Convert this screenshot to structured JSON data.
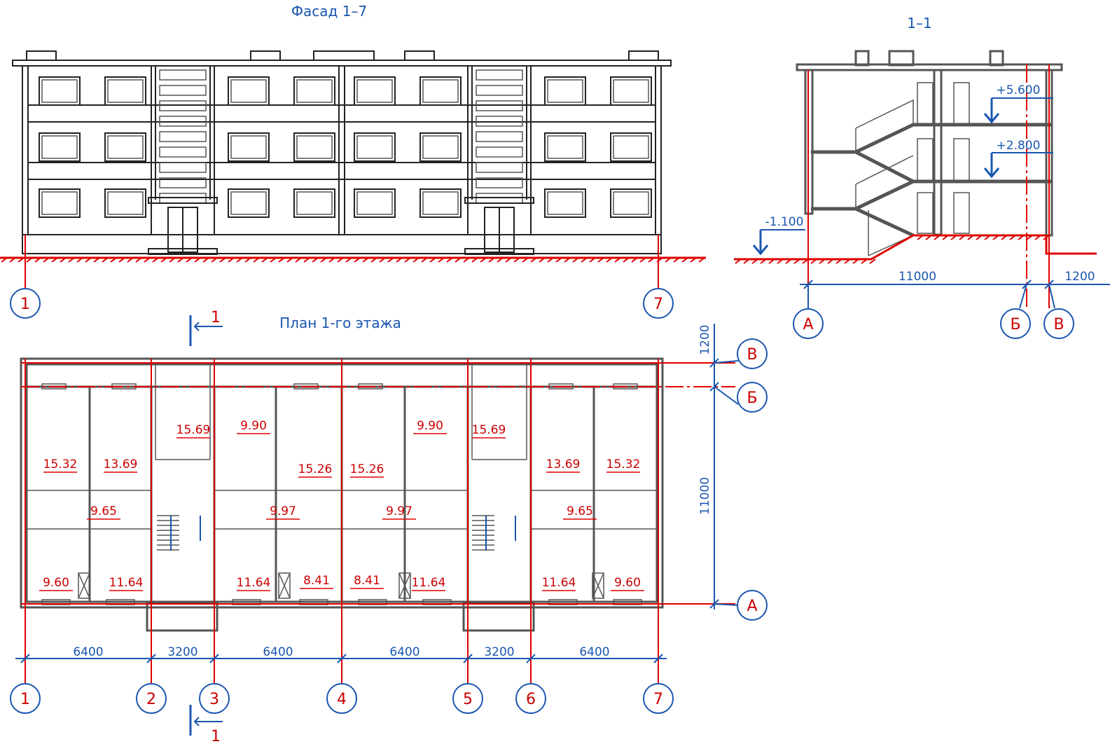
{
  "titles": {
    "facade": "Фасад 1–7",
    "section": "1–1",
    "plan": "План 1-го этажа"
  },
  "facade_axes": [
    "1",
    "7"
  ],
  "section": {
    "levels": [
      "+5.600",
      "+2.800",
      "-1.100"
    ],
    "dims": [
      "11000",
      "1200"
    ],
    "axes": [
      "А",
      "Б",
      "В"
    ]
  },
  "plan": {
    "axes_x": [
      "1",
      "2",
      "3",
      "4",
      "5",
      "6",
      "7"
    ],
    "axes_y": [
      "В",
      "Б",
      "А"
    ],
    "dims_x": [
      "6400",
      "3200",
      "6400",
      "6400",
      "3200",
      "6400"
    ],
    "dims_y": [
      "1200",
      "11000"
    ],
    "section_mark": "1",
    "room_areas": [
      "15.69",
      "9.90",
      "9.90",
      "15.69",
      "15.32",
      "13.69",
      "15.26",
      "15.26",
      "13.69",
      "15.32",
      "9.65",
      "9.97",
      "9.97",
      "9.65",
      "9.60",
      "11.64",
      "11.64",
      "8.41",
      "8.41",
      "11.64",
      "11.64",
      "9.60"
    ]
  },
  "colors": {
    "axis": "#e00000",
    "dimension": "#1a56b0",
    "wall": "#555555"
  }
}
